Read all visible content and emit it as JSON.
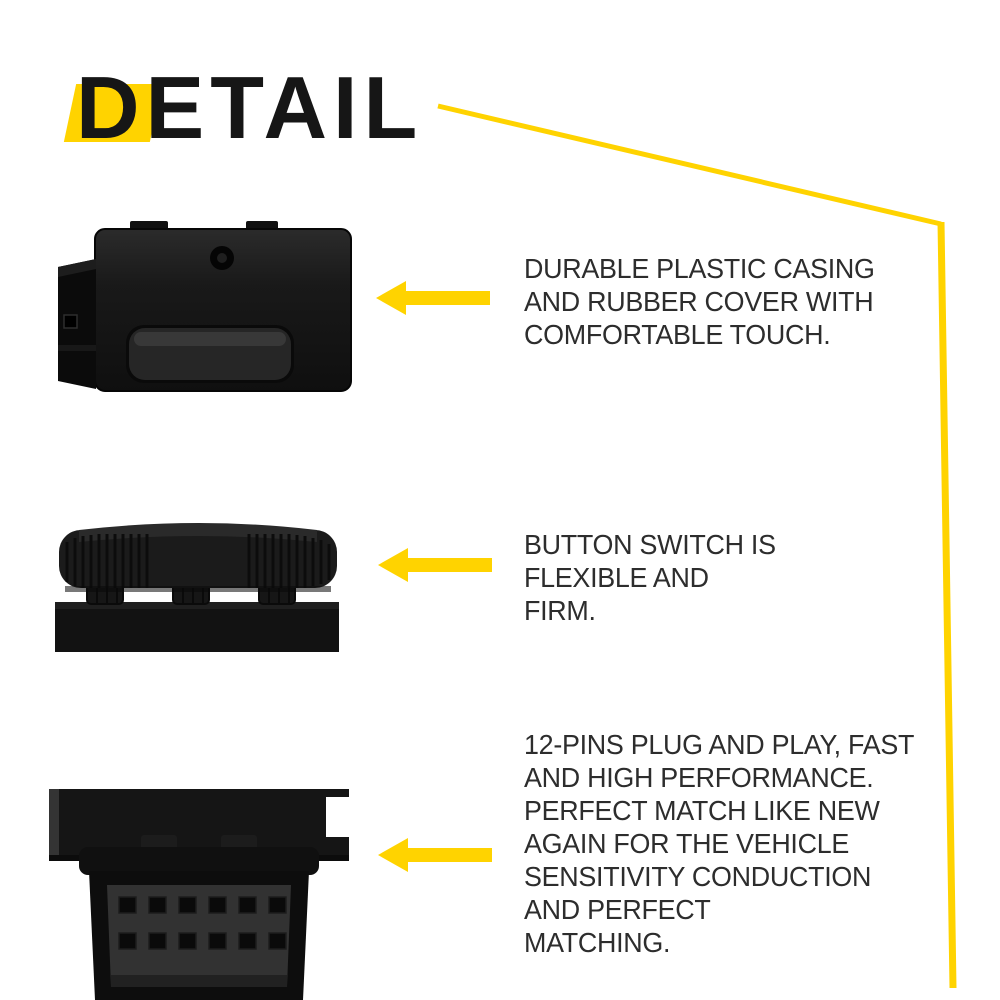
{
  "header": {
    "title": "DETAIL"
  },
  "callouts": [
    {
      "text": "DURABLE PLASTIC CASING\nAND RUBBER COVER WITH\nCOMFORTABLE TOUCH."
    },
    {
      "text": "BUTTON SWITCH IS\nFLEXIBLE AND\nFIRM."
    },
    {
      "text": "12-PINS PLUG AND PLAY, FAST\nAND HIGH PERFORMANCE.\nPERFECT MATCH LIKE NEW\nAGAIN FOR THE VEHICLE\nSENSITIVITY CONDUCTION\nAND PERFECT\nMATCHING."
    }
  ],
  "icons": {
    "arrow": "left-pointing-arrow"
  },
  "colors": {
    "accent_yellow": "#FFD300",
    "text_dark": "#2d2d2d",
    "product_black": "#141414",
    "background": "#ffffff"
  }
}
